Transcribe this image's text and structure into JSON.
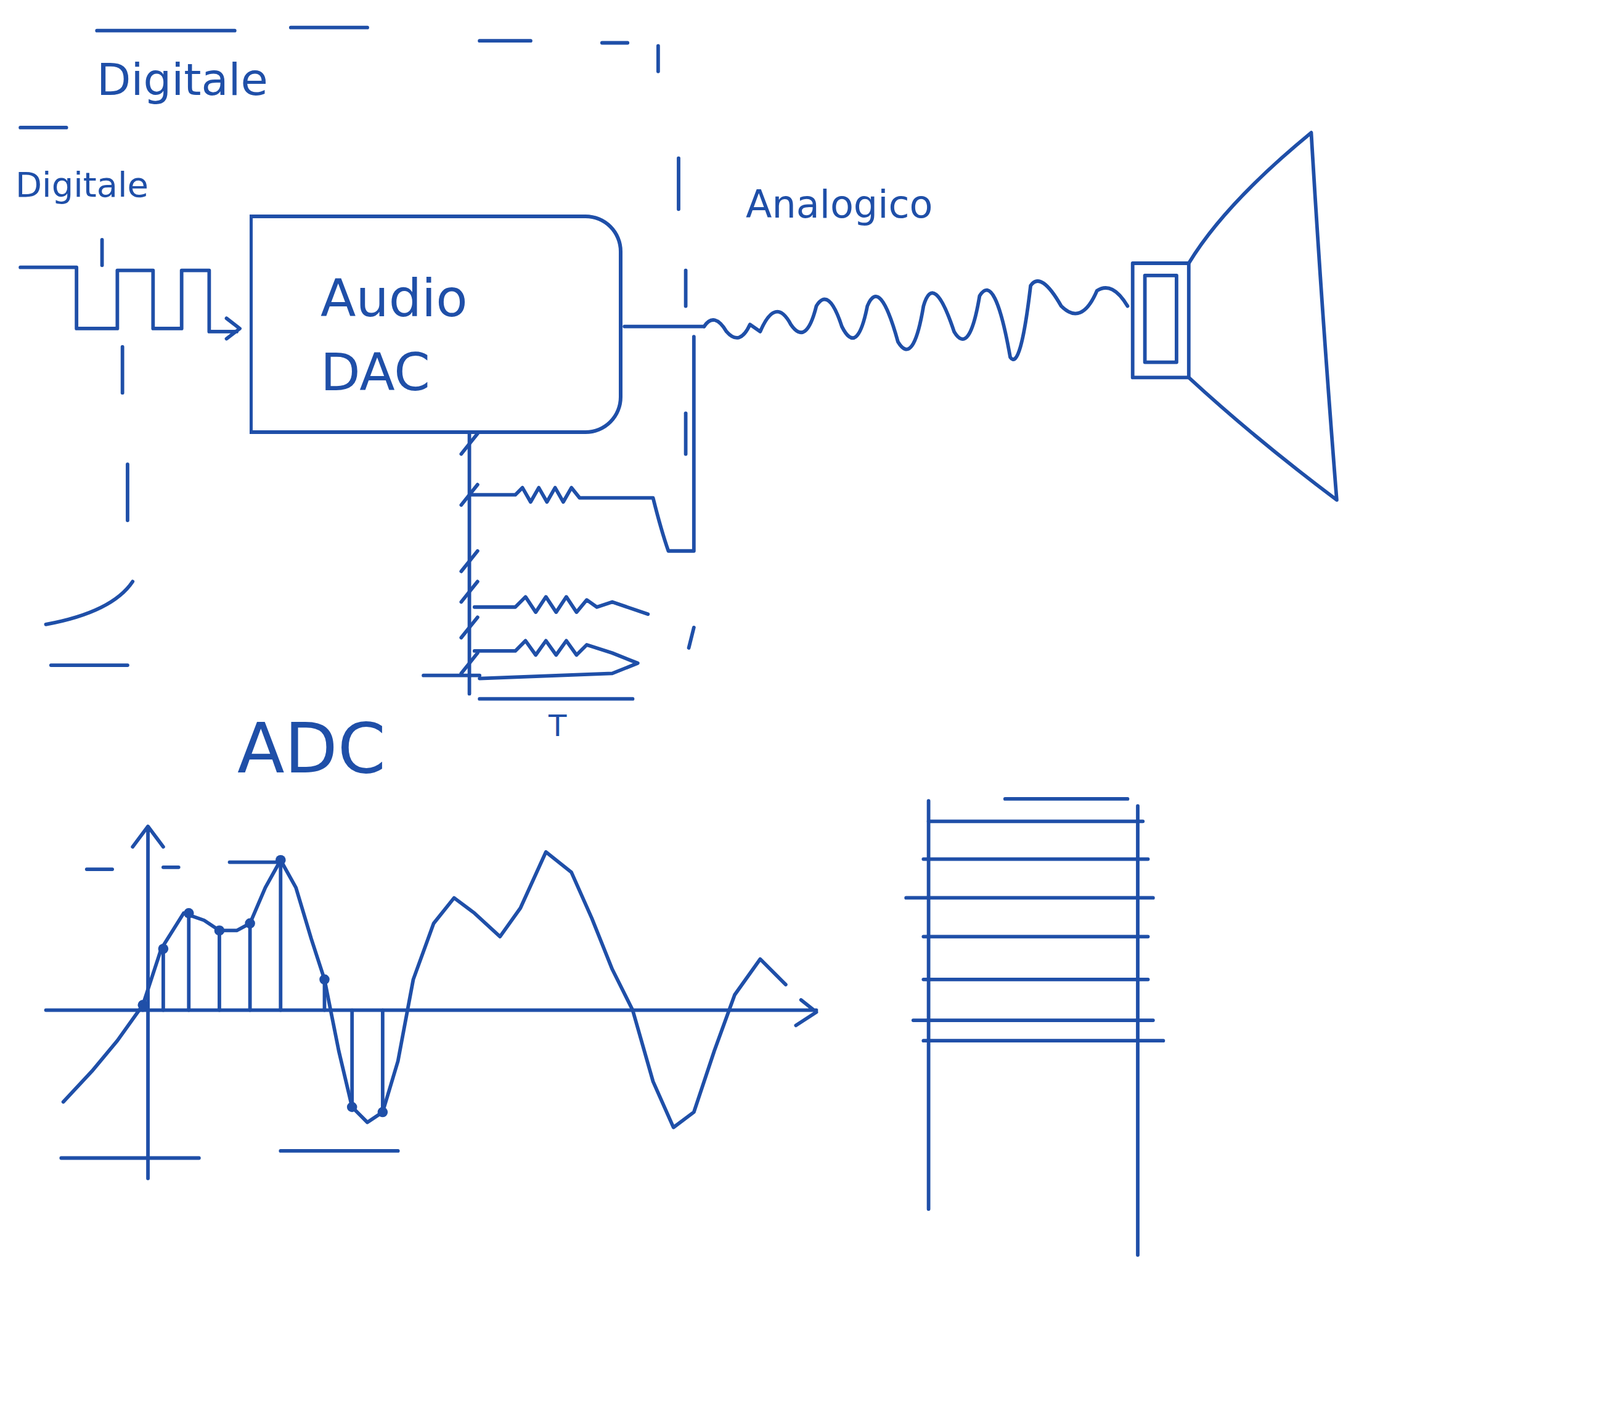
{
  "diagram": {
    "nodes": [
      {
        "text": [
          "Audio DAC"
        ]
      }
    ],
    "labels": [
      "Digitale",
      "Digitale",
      "Analogico",
      "T",
      "ADC"
    ]
  }
}
